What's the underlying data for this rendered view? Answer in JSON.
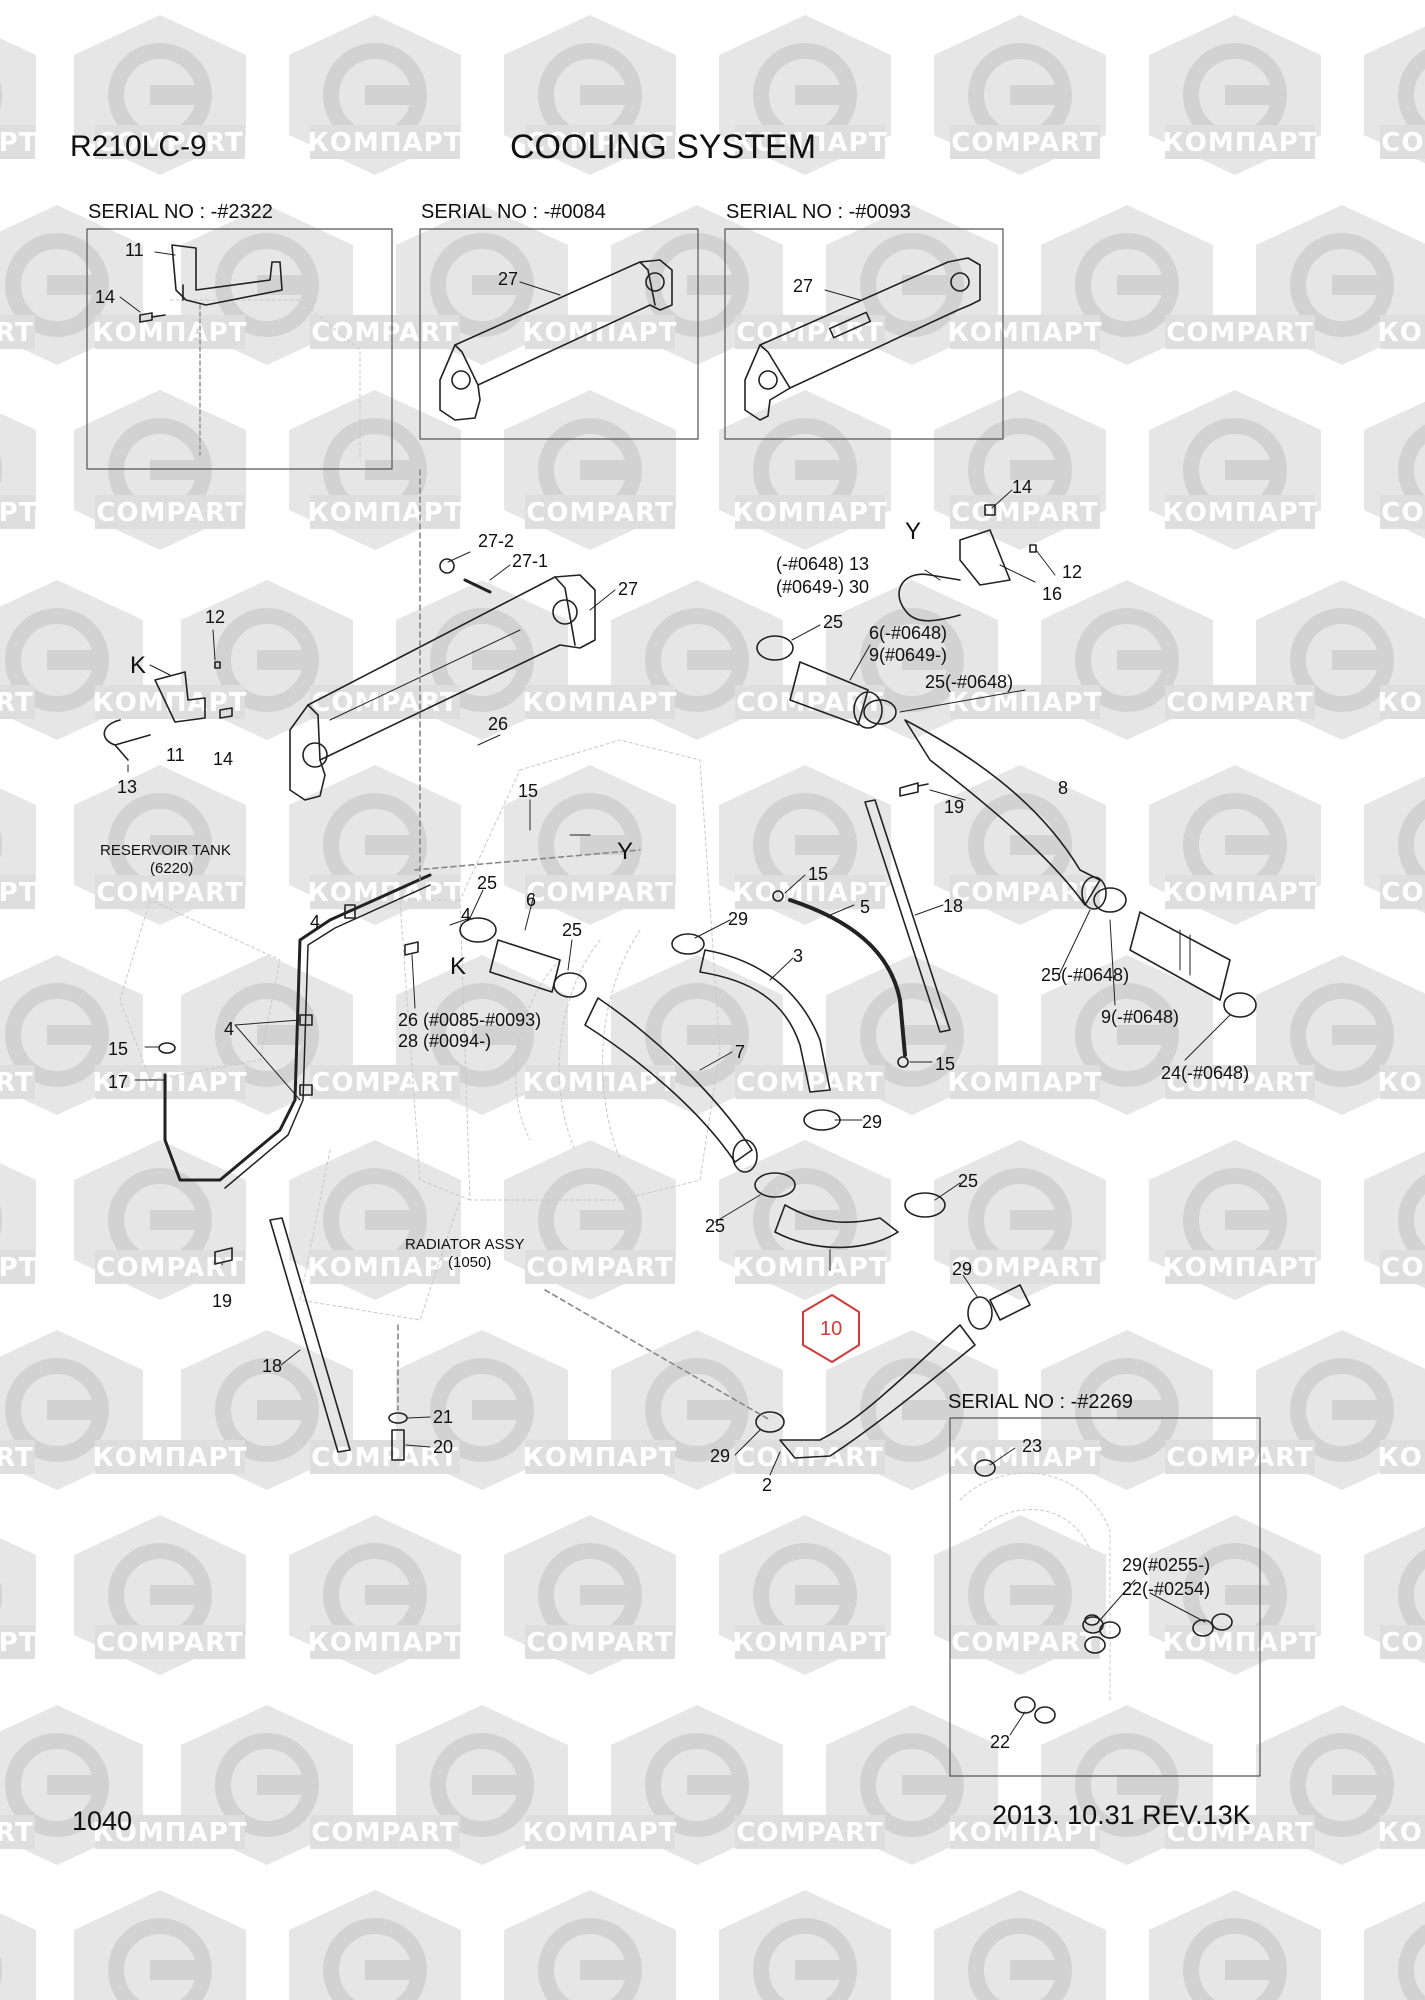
{
  "header": {
    "model": "R210LC-9",
    "title": "COOLING SYSTEM"
  },
  "watermarks": [
    "КОМПАРТ",
    "COMPART"
  ],
  "insets": [
    {
      "serial": "SERIAL NO : -#2322",
      "parts": [
        "11",
        "14"
      ]
    },
    {
      "serial": "SERIAL NO : -#0084",
      "parts": [
        "27"
      ]
    },
    {
      "serial": "SERIAL NO : -#0093",
      "parts": [
        "27"
      ]
    },
    {
      "serial": "SERIAL NO : -#2269",
      "parts": [
        "23",
        "29(#0255-)",
        "22(-#0254)",
        "22"
      ]
    }
  ],
  "captions": {
    "reservoir_name": "RESERVOIR TANK",
    "reservoir_code": "(6220)",
    "radiator_name": "RADIATOR ASSY",
    "radiator_code": "(1050)"
  },
  "callouts": {
    "p27_2": "27-2",
    "p27_1": "27-1",
    "p27": "27",
    "p14_top": "14",
    "y_top": "Y",
    "p12_top": "12",
    "p16": "16",
    "p13_range": "(-#0648) 13",
    "p30_range": "(#0649-) 30",
    "p25_a": "25",
    "p6_range": "6(-#0648)",
    "p9_range": "9(#0649-)",
    "p25_range": "25(-#0648)",
    "p12_k": "12",
    "k_top": "K",
    "p11": "11",
    "p14_k": "14",
    "p13": "13",
    "p26": "26",
    "p15_a": "15",
    "y_mid": "Y",
    "p8": "8",
    "p19_a": "19",
    "p15_b": "15",
    "p5": "5",
    "p18_a": "18",
    "p25_b": "25",
    "p4_a": "4",
    "p6": "6",
    "p25_c": "25",
    "k_mid": "K",
    "p29_a": "29",
    "p3": "3",
    "p25_range2": "25(-#0648)",
    "p9_range2": "9(-#0648)",
    "p24_range": "24(-#0648)",
    "p26_range": "26 (#0085-#0093)",
    "p28_range": "28 (#0094-)",
    "p4_b": "4",
    "p15_c": "15",
    "p17": "17",
    "p7": "7",
    "p15_d": "15",
    "p29_b": "29",
    "p25_d": "25",
    "p25_e": "25",
    "p10": "10",
    "p29_c": "29",
    "p19_b": "19",
    "p18_b": "18",
    "p21": "21",
    "p20": "20",
    "p29_d": "29",
    "p2": "2"
  },
  "footer": {
    "page": "1040",
    "date_rev": "2013. 10.31  REV.13K"
  }
}
